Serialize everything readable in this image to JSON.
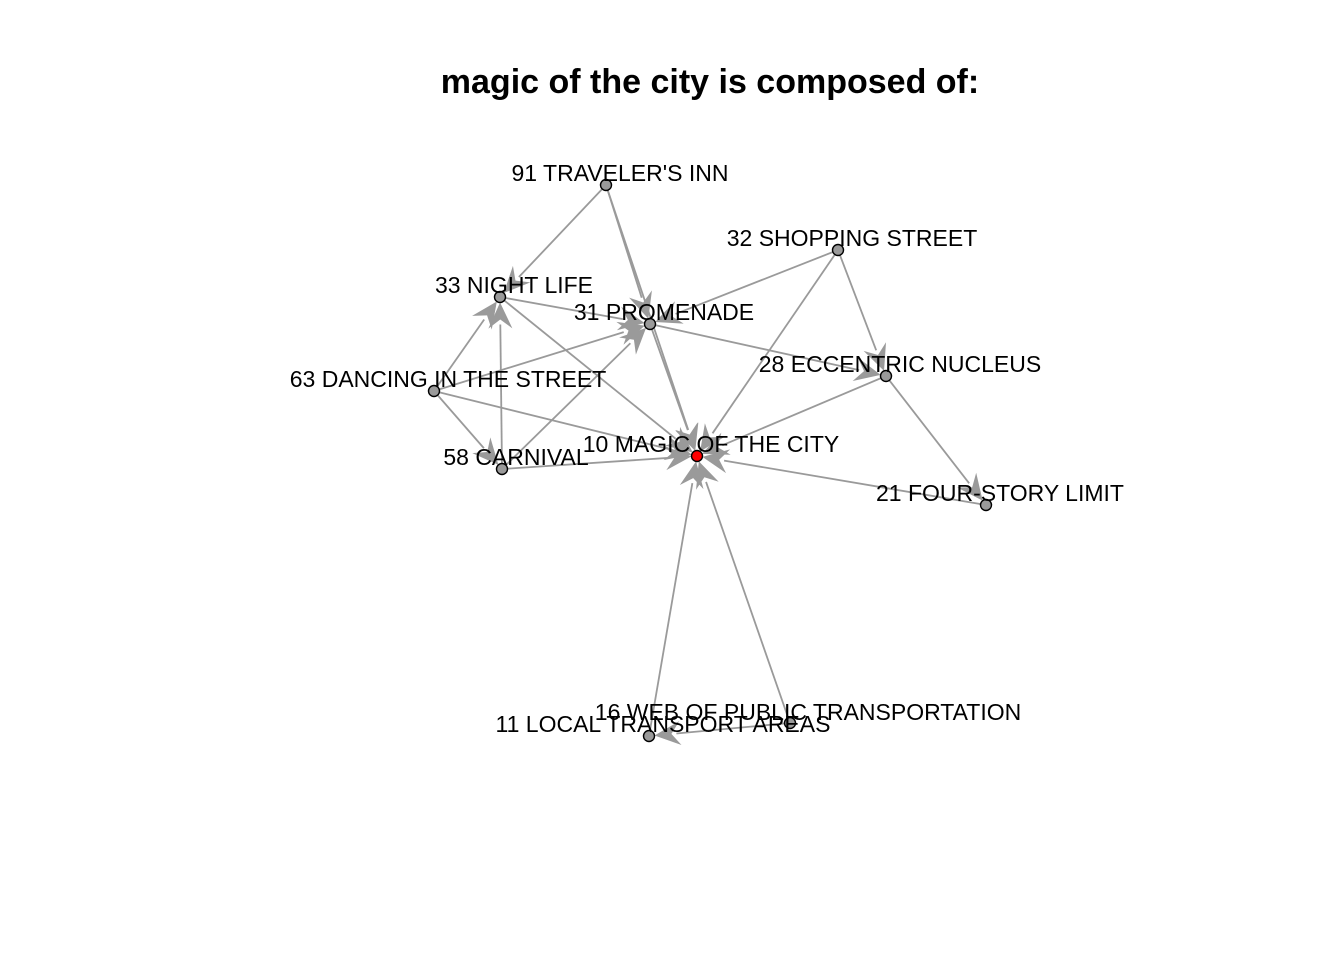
{
  "title": "magic of the city is composed of:",
  "colors": {
    "edge": "#9a9a9a",
    "node_default": "#9a9a9a",
    "node_highlight": "#ff0000"
  },
  "nodes": [
    {
      "id": "n91",
      "label": "91 TRAVELER'S INN",
      "color": "#9a9a9a"
    },
    {
      "id": "n32",
      "label": "32 SHOPPING STREET",
      "color": "#9a9a9a"
    },
    {
      "id": "n33",
      "label": "33 NIGHT LIFE",
      "color": "#9a9a9a"
    },
    {
      "id": "n31",
      "label": "31 PROMENADE",
      "color": "#9a9a9a"
    },
    {
      "id": "n28",
      "label": "28 ECCENTRIC NUCLEUS",
      "color": "#9a9a9a"
    },
    {
      "id": "n63",
      "label": "63 DANCING IN THE STREET",
      "color": "#9a9a9a"
    },
    {
      "id": "n10",
      "label": "10 MAGIC OF THE CITY",
      "color": "#ff0000"
    },
    {
      "id": "n58",
      "label": "58 CARNIVAL",
      "color": "#9a9a9a"
    },
    {
      "id": "n21",
      "label": "21 FOUR-STORY LIMIT",
      "color": "#9a9a9a"
    },
    {
      "id": "n16",
      "label": "16 WEB OF PUBLIC TRANSPORTATION",
      "color": "#9a9a9a"
    },
    {
      "id": "n11",
      "label": "11 LOCAL TRANSPORT AREAS",
      "color": "#9a9a9a"
    }
  ],
  "edges": [
    {
      "from": "n91",
      "to": "n33"
    },
    {
      "from": "n91",
      "to": "n31"
    },
    {
      "from": "n91",
      "to": "n10"
    },
    {
      "from": "n32",
      "to": "n31"
    },
    {
      "from": "n32",
      "to": "n28"
    },
    {
      "from": "n32",
      "to": "n10"
    },
    {
      "from": "n33",
      "to": "n31"
    },
    {
      "from": "n33",
      "to": "n10"
    },
    {
      "from": "n31",
      "to": "n28"
    },
    {
      "from": "n31",
      "to": "n10"
    },
    {
      "from": "n63",
      "to": "n33"
    },
    {
      "from": "n63",
      "to": "n31"
    },
    {
      "from": "n63",
      "to": "n58"
    },
    {
      "from": "n63",
      "to": "n10"
    },
    {
      "from": "n58",
      "to": "n33"
    },
    {
      "from": "n58",
      "to": "n31"
    },
    {
      "from": "n58",
      "to": "n10"
    },
    {
      "from": "n28",
      "to": "n10"
    },
    {
      "from": "n28",
      "to": "n21"
    },
    {
      "from": "n21",
      "to": "n10"
    },
    {
      "from": "n11",
      "to": "n10"
    },
    {
      "from": "n16",
      "to": "n10"
    },
    {
      "from": "n16",
      "to": "n11"
    }
  ]
}
